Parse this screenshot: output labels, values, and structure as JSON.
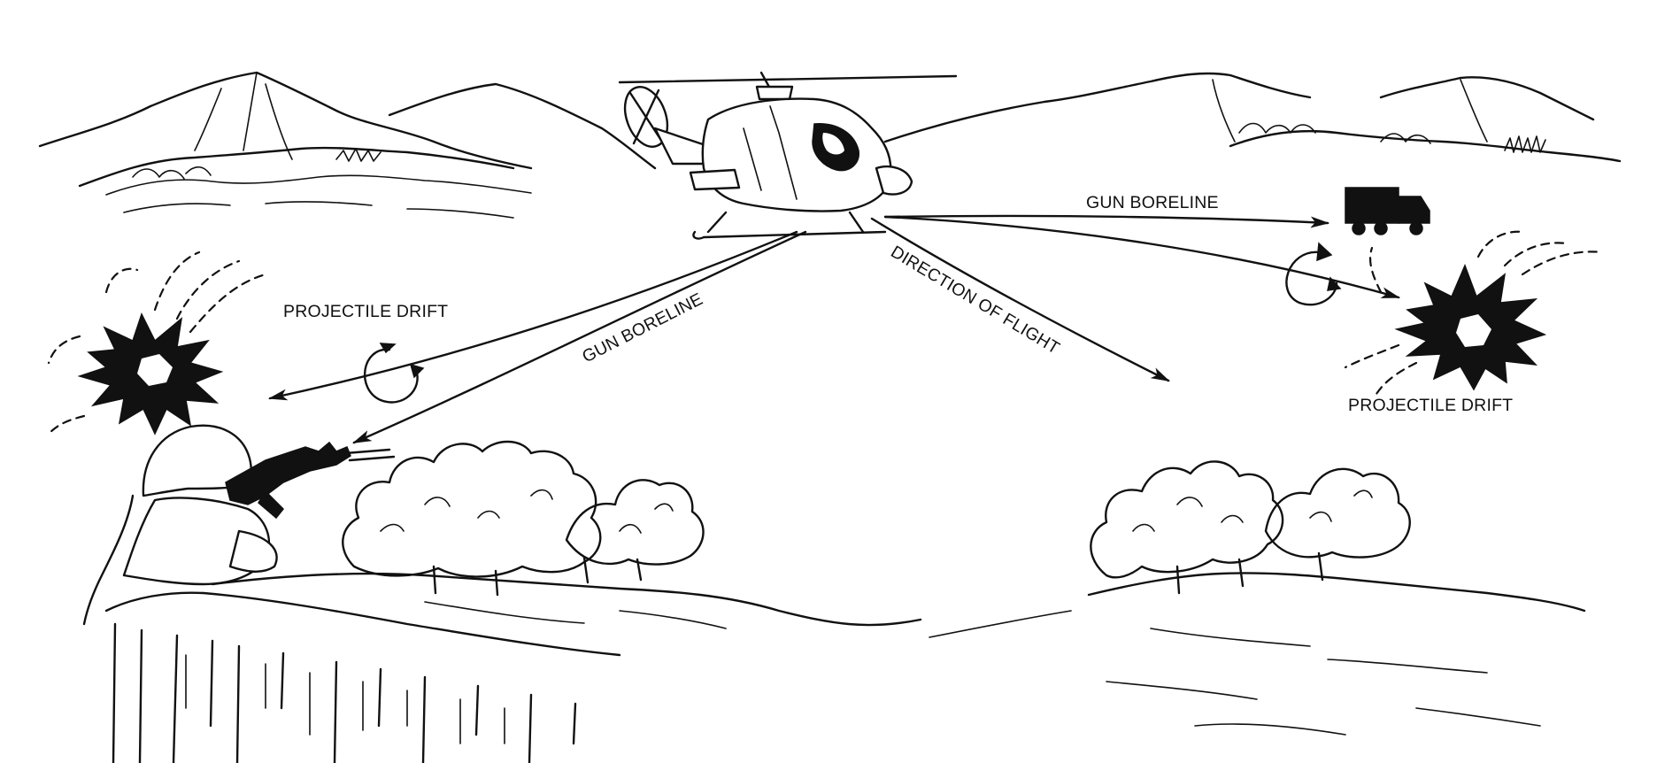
{
  "labels": {
    "projectile_drift_left": "PROJECTILE DRIFT",
    "gun_boreline_left": "GUN BORELINE",
    "direction_of_flight": "DIRECTION OF FLIGHT",
    "gun_boreline_right": "GUN BORELINE",
    "projectile_drift_right": "PROJECTILE DRIFT"
  },
  "colors": {
    "ink": "#111111",
    "background": "#ffffff"
  },
  "icons": {
    "helicopter": "attack-helicopter-icon",
    "soldier": "rifleman-icon",
    "truck": "truck-target-icon",
    "impact": "impact-burst-icon",
    "rotation": "rotation-arrow-icon"
  }
}
